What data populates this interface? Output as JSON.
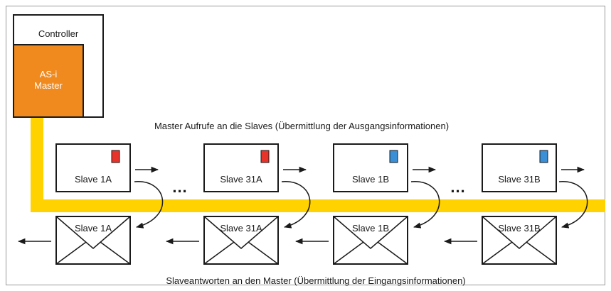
{
  "controller": {
    "label": "Controller"
  },
  "master": {
    "label_line1": "AS-i",
    "label_line2": "Master",
    "color": "#f08a1e"
  },
  "bus": {
    "color": "#ffd200"
  },
  "captions": {
    "top": "Master Aufrufe an die Slaves (Übermittlung der Ausgangsinformationen)",
    "bottom": "Slaveantworten an den Master (Übermittlung der Eingangsinformationen)"
  },
  "slaves": [
    {
      "label": "Slave 1A",
      "indicator_color": "#e8332b"
    },
    {
      "label": "Slave 31A",
      "indicator_color": "#e8332b"
    },
    {
      "label": "Slave 1B",
      "indicator_color": "#3b8fd6"
    },
    {
      "label": "Slave 31B",
      "indicator_color": "#3b8fd6"
    }
  ],
  "responses": [
    {
      "label": "Slave 1A"
    },
    {
      "label": "Slave 31A"
    },
    {
      "label": "Slave 1B"
    },
    {
      "label": "Slave 31B"
    }
  ],
  "ellipsis": "..."
}
